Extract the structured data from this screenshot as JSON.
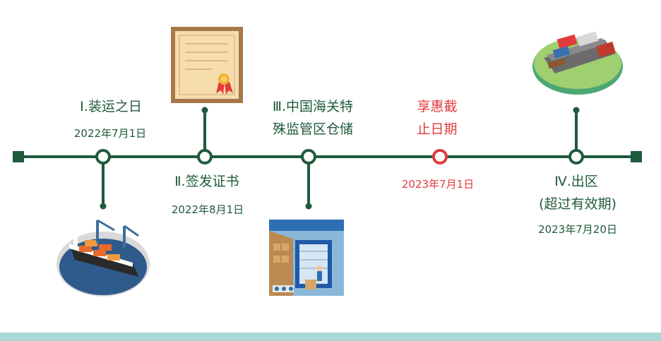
{
  "events": [
    {
      "title": "Ⅰ.装运之日",
      "date": "2022年7月1日"
    },
    {
      "title": "Ⅱ.签发证书",
      "date": "2022年8月1日"
    },
    {
      "title_line1": "Ⅲ.中国海关特",
      "title_line2": "殊监管区仓储"
    },
    {
      "title_line1": "享惠截",
      "title_line2": "止日期",
      "date": "2023年7月1日"
    },
    {
      "title": "Ⅳ.出区",
      "subtitle": "(超过有效期)",
      "date": "2023年7月20日"
    }
  ],
  "colors": {
    "line": "#1f5a3c",
    "highlight": "#e23b3b",
    "band": "#a9d8d4"
  },
  "icons": [
    "cargo-ship-icon",
    "certificate-icon",
    "warehouse-icon",
    "freight-train-icon"
  ]
}
